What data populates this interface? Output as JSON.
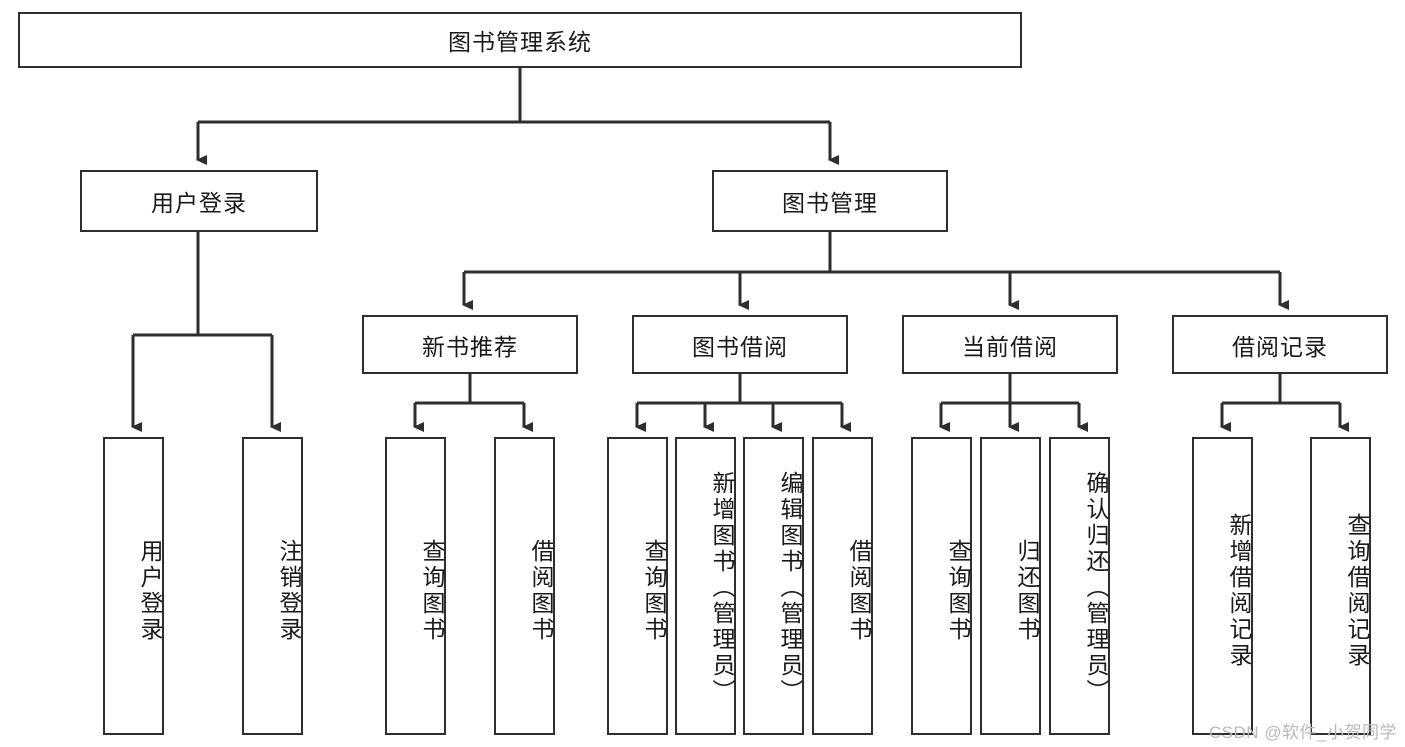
{
  "diagram": {
    "title": "图书管理系统",
    "type": "tree",
    "colors": {
      "stroke": "#2e2e2e",
      "fill": "#ffffff",
      "text": "#1a1a1a",
      "watermark": "#b9b9b9"
    },
    "root": {
      "label": "图书管理系统"
    },
    "level2": [
      {
        "label": "用户登录"
      },
      {
        "label": "图书管理"
      }
    ],
    "level3": [
      {
        "label": "新书推荐"
      },
      {
        "label": "图书借阅"
      },
      {
        "label": "当前借阅"
      },
      {
        "label": "借阅记录"
      }
    ],
    "leaves": {
      "user_login": [
        {
          "label": "用户登录"
        },
        {
          "label": "注销登录"
        }
      ],
      "new_book": [
        {
          "label": "查询图书"
        },
        {
          "label": "借阅图书"
        }
      ],
      "book_borrow": [
        {
          "label": "查询图书"
        },
        {
          "label": "新增图书（管理员）"
        },
        {
          "label": "编辑图书（管理员）"
        },
        {
          "label": "借阅图书"
        }
      ],
      "current_borrow": [
        {
          "label": "查询图书"
        },
        {
          "label": "归还图书"
        },
        {
          "label": "确认归还（管理员）"
        }
      ],
      "borrow_record": [
        {
          "label": "新增借阅记录"
        },
        {
          "label": "查询借阅记录"
        }
      ]
    }
  },
  "watermark": "CSDN @软件_小贺同学"
}
